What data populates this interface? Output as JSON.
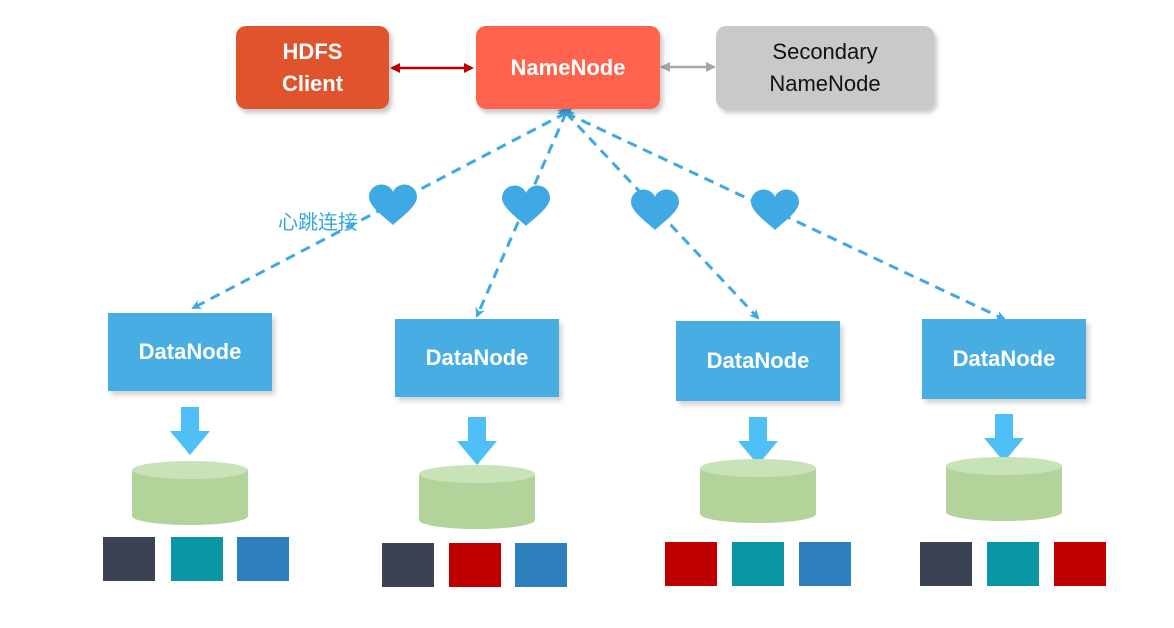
{
  "nodes": {
    "client": {
      "line1": "HDFS",
      "line2": "Client"
    },
    "namenode": {
      "label": "NameNode"
    },
    "secondary": {
      "line1": "Secondary",
      "line2": "NameNode"
    },
    "datanodes": [
      {
        "label": "DataNode",
        "blocks": [
          "navy",
          "teal",
          "blue"
        ]
      },
      {
        "label": "DataNode",
        "blocks": [
          "navy",
          "red",
          "blue"
        ]
      },
      {
        "label": "DataNode",
        "blocks": [
          "red",
          "teal",
          "blue"
        ]
      },
      {
        "label": "DataNode",
        "blocks": [
          "navy",
          "teal",
          "red"
        ]
      }
    ]
  },
  "heartbeat_label": "心跳连接",
  "colors": {
    "client": "#e0532d",
    "namenode": "#ff634e",
    "secondary": "#c9c9c9",
    "datanode": "#47ade3",
    "heartbeat": "#3fa9e4",
    "down_arrow": "#4fc0f5",
    "disk": "#b2d39a",
    "navy": "#3a4254",
    "teal": "#0a97a5",
    "blue": "#2e7fbe",
    "red": "#c00000"
  }
}
